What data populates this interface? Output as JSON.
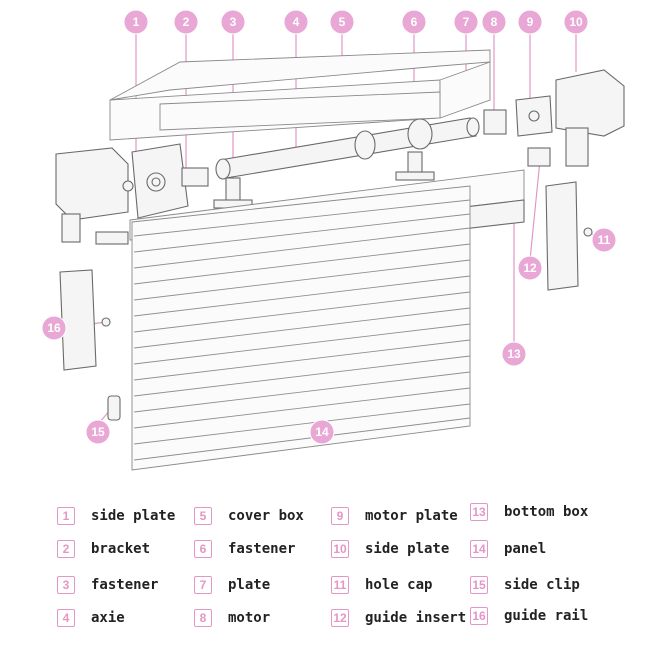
{
  "callouts": [
    "1",
    "2",
    "3",
    "4",
    "5",
    "6",
    "7",
    "8",
    "9",
    "10",
    "11",
    "12",
    "13",
    "14",
    "15",
    "16"
  ],
  "legend": [
    {
      "num": "1",
      "label": "side plate"
    },
    {
      "num": "2",
      "label": "bracket"
    },
    {
      "num": "3",
      "label": "fastener"
    },
    {
      "num": "4",
      "label": "axie"
    },
    {
      "num": "5",
      "label": "cover box"
    },
    {
      "num": "6",
      "label": "fastener"
    },
    {
      "num": "7",
      "label": "plate"
    },
    {
      "num": "8",
      "label": "motor"
    },
    {
      "num": "9",
      "label": "motor plate"
    },
    {
      "num": "10",
      "label": "side plate"
    },
    {
      "num": "11",
      "label": "hole cap"
    },
    {
      "num": "12",
      "label": "guide insert"
    },
    {
      "num": "13",
      "label": "bottom box"
    },
    {
      "num": "14",
      "label": "panel"
    },
    {
      "num": "15",
      "label": "side clip"
    },
    {
      "num": "16",
      "label": "guide rail"
    }
  ],
  "colors": {
    "callout": "#e8a7d4",
    "badge_border": "#e396c8",
    "text": "#222222",
    "line": "#6a6a6a"
  }
}
